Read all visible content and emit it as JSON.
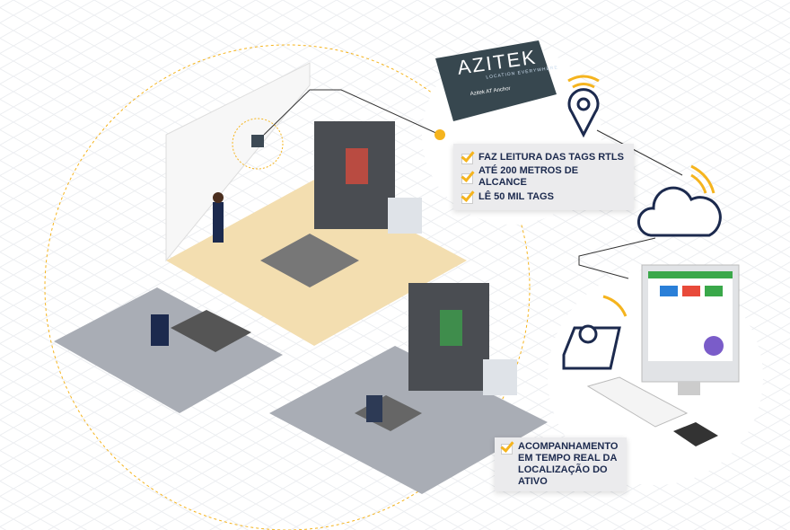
{
  "device": {
    "brand": "AZITEK",
    "tagline": "LOCATION EVERYWHERE",
    "model": "Azitek AT Anchor"
  },
  "features": [
    "FAZ LEITURA DAS TAGS RTLS",
    "ATÉ 200 METROS DE ALCANCE",
    "LÊ 50 MIL TAGS"
  ],
  "tracking": {
    "lines": [
      "ACOMPANHAMENTO",
      "EM TEMPO REAL DA",
      "LOCALIZAÇÃO DO",
      "ATIVO"
    ]
  },
  "colors": {
    "accent": "#f5b41e",
    "navy": "#1c2a4e",
    "floor_beige": "#f3deb0",
    "floor_grey": "#a9adb5",
    "device": "#37474f"
  }
}
